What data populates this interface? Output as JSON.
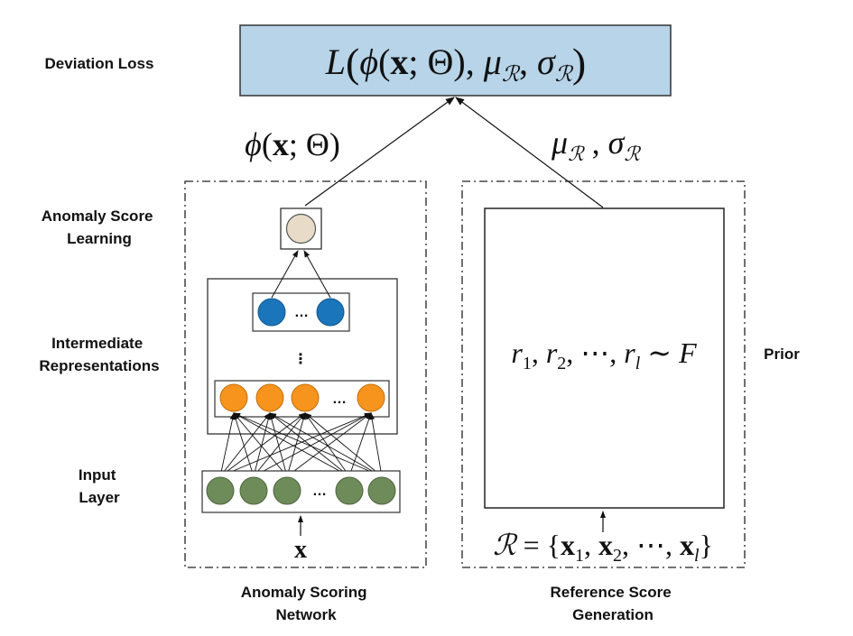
{
  "labels": {
    "deviation_loss": "Deviation Loss",
    "anomaly_score_learning": [
      "Anomaly Score",
      "Learning"
    ],
    "intermediate_representations": [
      "Intermediate",
      "Representations"
    ],
    "input_layer": [
      "Input",
      "Layer"
    ],
    "prior": "Prior",
    "anomaly_scoring_network": [
      "Anomaly Scoring",
      "Network"
    ],
    "reference_score_generation": [
      "Reference Score",
      "Generation"
    ]
  },
  "math": {
    "loss": {
      "L": "L",
      "phi": "ϕ",
      "x": "x",
      "sep": ";",
      "theta": "Θ",
      "mu": "μ",
      "sigma": "σ",
      "R": "ℛ"
    },
    "phi_output": {
      "phi": "ϕ",
      "x": "x",
      "theta": "Θ"
    },
    "ref_stats": {
      "mu": "μ",
      "sigma": "σ",
      "R": "ℛ"
    },
    "prior_dist": {
      "r": "r",
      "sub1": "1",
      "sub2": "2",
      "subl": "l",
      "dots": "⋯",
      "tilde": "∼",
      "F": "F"
    },
    "reference_set": {
      "R": "ℛ",
      "eq": "=",
      "x": "x",
      "sub1": "1",
      "sub2": "2",
      "subl": "l",
      "dots": "⋯"
    },
    "input_x": "x"
  },
  "network": {
    "ellipsis": "…",
    "vertical_ellipsis": "⋮",
    "colors": {
      "blue": "#1a75bb",
      "orange": "#f7941d",
      "green": "#6e8b5a",
      "score_node": "#e8dcc8",
      "loss_box": "#b7d4e8"
    }
  }
}
